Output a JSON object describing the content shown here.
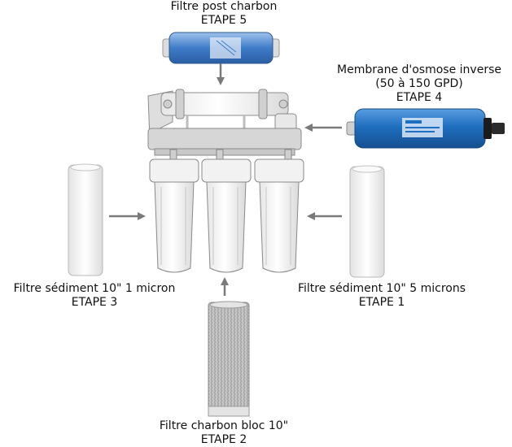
{
  "stages": {
    "stage5": {
      "name": "Filtre post charbon",
      "step": "ETAPE 5"
    },
    "stage4": {
      "name_line1": "Membrane d'osmose inverse",
      "name_line2": "(50 à 150 GPD)",
      "step": "ETAPE 4"
    },
    "stage3": {
      "name": "Filtre sédiment 10\" 1 micron",
      "step": "ETAPE 3"
    },
    "stage1": {
      "name": "Filtre sédiment 10\" 5 microns",
      "step": "ETAPE 1"
    },
    "stage2": {
      "name": "Filtre charbon bloc 10\"",
      "step": "ETAPE 2"
    }
  },
  "colors": {
    "arrow": "#7a7a7a",
    "membrane": "#1f6fc0",
    "post_filter": "#3f7cc8",
    "housing_frame": "#dcdcdc",
    "sediment": "#f5f5f5",
    "carbon": "#c9c9c9"
  }
}
